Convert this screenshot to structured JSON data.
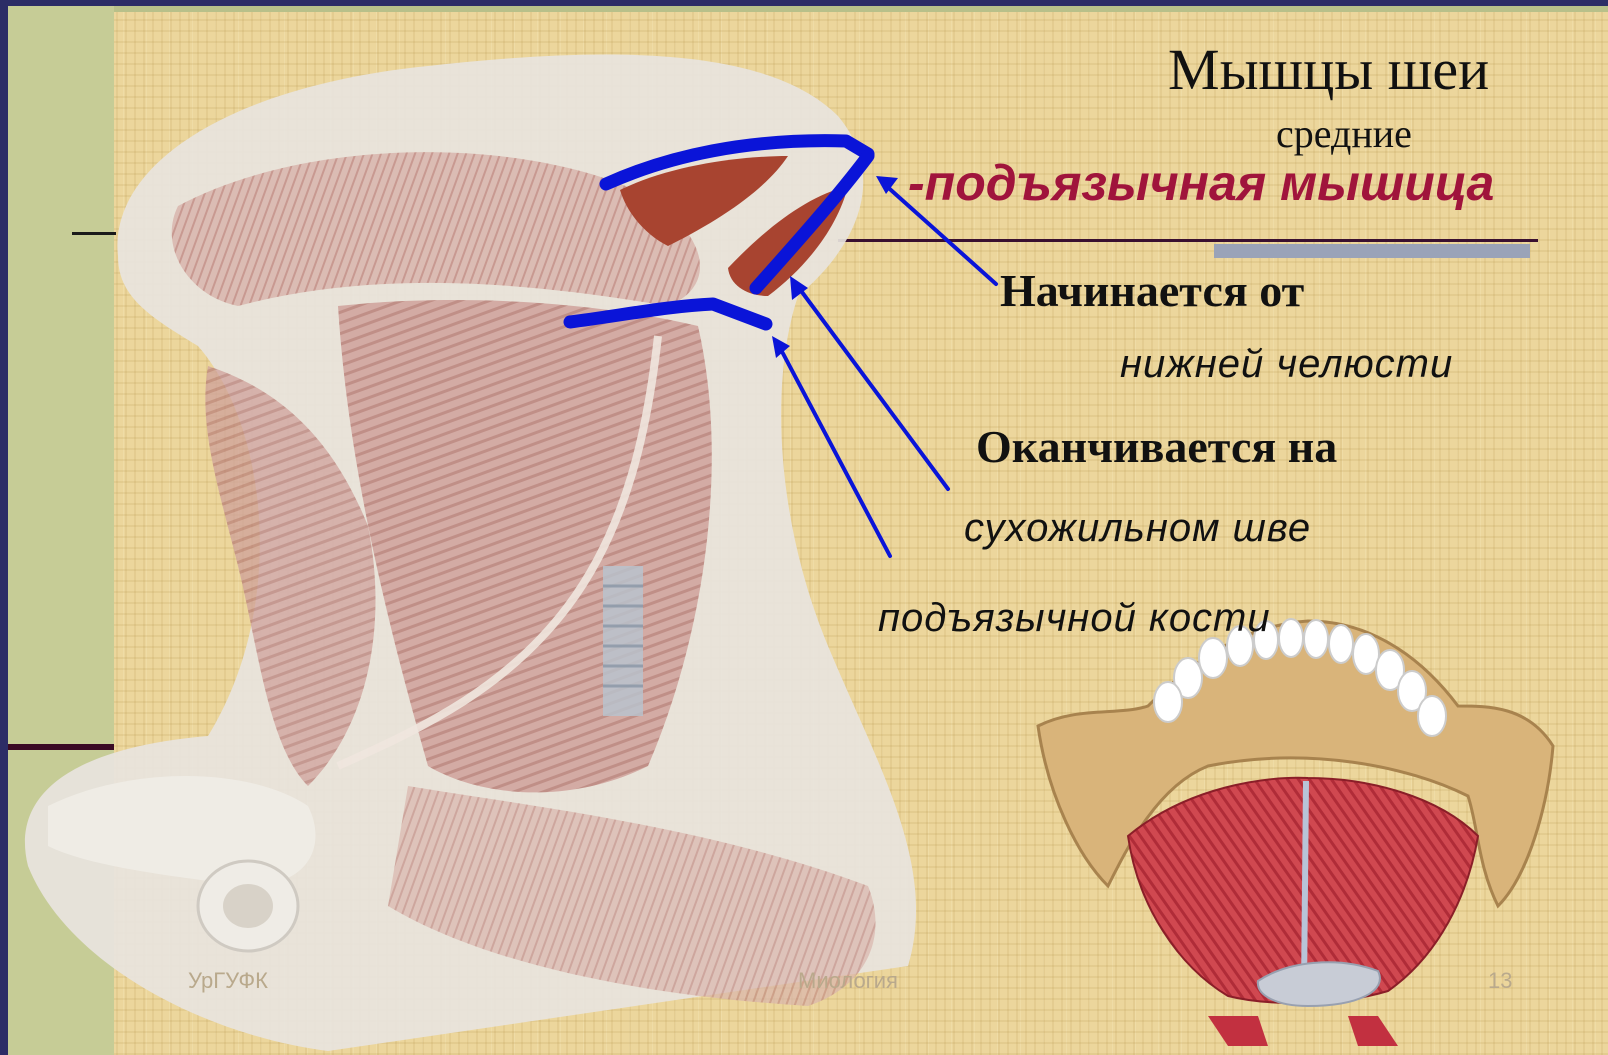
{
  "slide": {
    "title": "Мышцы шеи",
    "subtitle": "средние",
    "muscle_name": "-подъязычная мышица",
    "origin_label": "Начинается от",
    "origin_value": "нижней челюсти",
    "insertion_label": "Оканчивается на",
    "insertion_value_1": "сухожильном шве",
    "insertion_value_2": "подъязычной кости"
  },
  "footer": {
    "left": "УрГУФК",
    "center": "Миология",
    "page_number": "13"
  },
  "illustrations": {
    "neck": "neck-muscles-illustration",
    "jaw": "mandible-floor-illustration"
  },
  "colors": {
    "slide_bg": "#ecd69c",
    "sidebar": "#c6cc96",
    "frame": "#2c2c66",
    "muscle_name": "#a0143c",
    "marker_lines": "#0a14d8"
  }
}
